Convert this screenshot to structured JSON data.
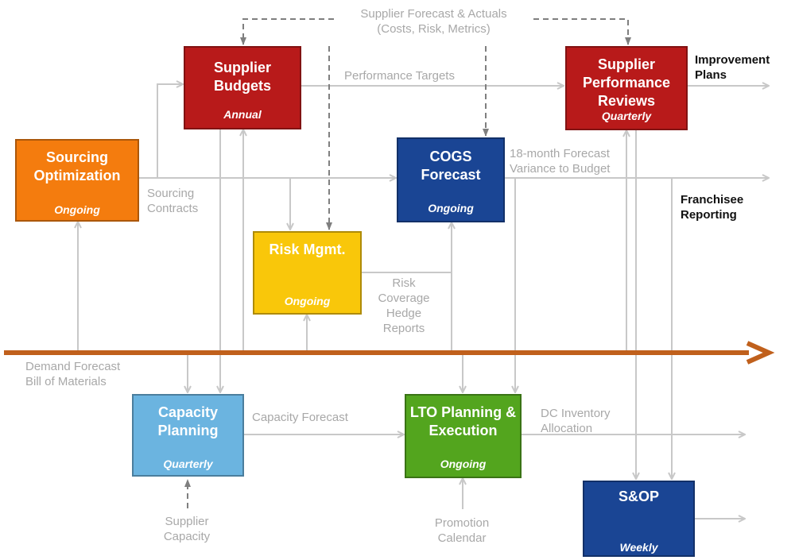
{
  "nodes": {
    "sourcing": {
      "title": "Sourcing Optimization",
      "frequency": "Ongoing",
      "color": "#f47c0e"
    },
    "budgets": {
      "title": "Supplier Budgets",
      "frequency": "Annual",
      "color": "#b81a1a"
    },
    "reviews": {
      "title": "Supplier Performance Reviews",
      "frequency": "Quarterly",
      "color": "#b81a1a"
    },
    "cogs": {
      "title": "COGS Forecast",
      "frequency": "Ongoing",
      "color": "#1a4594"
    },
    "risk": {
      "title": "Risk Mgmt.",
      "frequency": "Ongoing",
      "color": "#f9c70a"
    },
    "capacity": {
      "title": "Capacity Planning",
      "frequency": "Quarterly",
      "color": "#6bb4e0"
    },
    "lto": {
      "title": "LTO Planning & Execution",
      "frequency": "Ongoing",
      "color": "#53a51e"
    },
    "sop": {
      "title": "S&OP",
      "frequency": "Weekly",
      "color": "#1a4594"
    }
  },
  "labels": {
    "supplier_forecast": [
      "Supplier Forecast & Actuals",
      "(Costs, Risk, Metrics)"
    ],
    "performance_targets": "Performance Targets",
    "improvement_plans": [
      "Improvement",
      "Plans"
    ],
    "sourcing_contracts": [
      "Sourcing",
      "Contracts"
    ],
    "forecast_variance": [
      "18-month Forecast",
      "Variance to Budget"
    ],
    "franchisee_reporting": [
      "Franchisee",
      "Reporting"
    ],
    "risk_coverage": [
      "Risk",
      "Coverage",
      "Hedge",
      "Reports"
    ],
    "demand_forecast": [
      "Demand Forecast",
      "Bill of Materials"
    ],
    "capacity_forecast": "Capacity Forecast",
    "dc_inventory": [
      "DC Inventory",
      "Allocation"
    ],
    "supplier_capacity": [
      "Supplier",
      "Capacity"
    ],
    "promotion_calendar": [
      "Promotion",
      "Calendar"
    ]
  },
  "colors": {
    "connector": "#c8c8c8",
    "dashed": "#7f7f7f",
    "timeline": "#c0601c"
  }
}
